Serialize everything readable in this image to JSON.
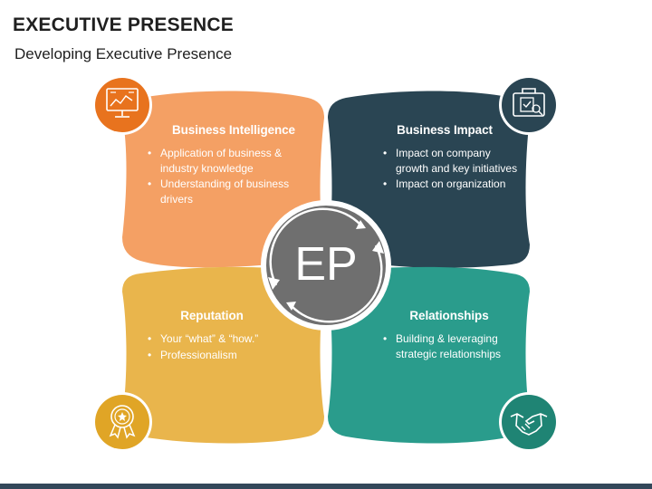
{
  "header": {
    "title": "EXECUTIVE PRESENCE",
    "subtitle": "Developing Executive Presence"
  },
  "center": {
    "label": "EP"
  },
  "cards": {
    "business_intelligence": {
      "title": "Business Intelligence",
      "bullets": [
        "Application of business & industry knowledge",
        "Understanding of business drivers"
      ],
      "color": "#F4A064",
      "icon": "analytics-monitor-icon",
      "icon_color": "#E8731E"
    },
    "business_impact": {
      "title": "Business Impact",
      "bullets": [
        "Impact on company growth and key initiatives",
        "Impact on organization"
      ],
      "color": "#2A4553",
      "icon": "briefcase-checklist-icon",
      "icon_color": "#2A4553"
    },
    "reputation": {
      "title": "Reputation",
      "bullets": [
        "Your “what” & “how.”",
        "Professionalism"
      ],
      "color": "#E9B54C",
      "icon": "award-ribbon-icon",
      "icon_color": "#E0A526"
    },
    "relationships": {
      "title": "Relationships",
      "bullets": [
        "Building & leveraging strategic relationships"
      ],
      "color": "#2A9C8C",
      "icon": "handshake-icon",
      "icon_color": "#1F8474"
    }
  }
}
